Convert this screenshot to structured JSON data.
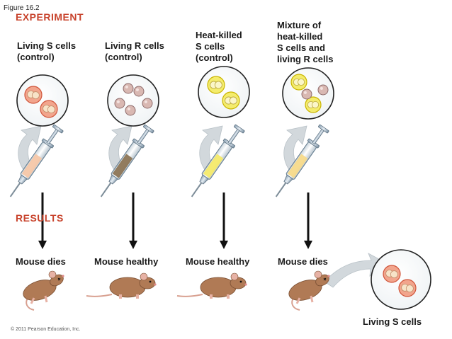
{
  "figure_label": "Figure 16.2",
  "sections": {
    "experiment": "EXPERIMENT",
    "results": "RESULTS"
  },
  "columns": [
    {
      "label": "Living S cells\n(control)",
      "cell_type": "s-living",
      "syringe_fluid": "#f6c7a8",
      "outcome": "Mouse dies",
      "mouse_state": "dead"
    },
    {
      "label": "Living R cells\n(control)",
      "cell_type": "r-living",
      "syringe_fluid": "#8c7556",
      "outcome": "Mouse healthy",
      "mouse_state": "healthy"
    },
    {
      "label": "Heat-killed\nS cells\n(control)",
      "cell_type": "s-heatkilled",
      "syringe_fluid": "#f4ea6a",
      "outcome": "Mouse healthy",
      "mouse_state": "healthy"
    },
    {
      "label": "Mixture of\nheat-killed\nS cells and\nliving R cells",
      "cell_type": "mixture",
      "syringe_fluid": "#f7da8a",
      "outcome": "Mouse dies",
      "mouse_state": "dead"
    }
  ],
  "final": {
    "label": "Living S cells",
    "cell_type": "s-living"
  },
  "copyright": "© 2011 Pearson Education, Inc.",
  "colors": {
    "s_capsule": "#f2a58d",
    "s_capsule_edge": "#d0553a",
    "s_core": "#f7e3c8",
    "r_cell": "#d9b8b2",
    "r_cell_edge": "#8d6b6b",
    "heatkilled_capsule": "#f4ec6c",
    "heatkilled_edge": "#c9b400",
    "arrow_gray": "#d2d8dc",
    "mouse_fur": "#b07a55",
    "section_red": "#c8432c"
  }
}
